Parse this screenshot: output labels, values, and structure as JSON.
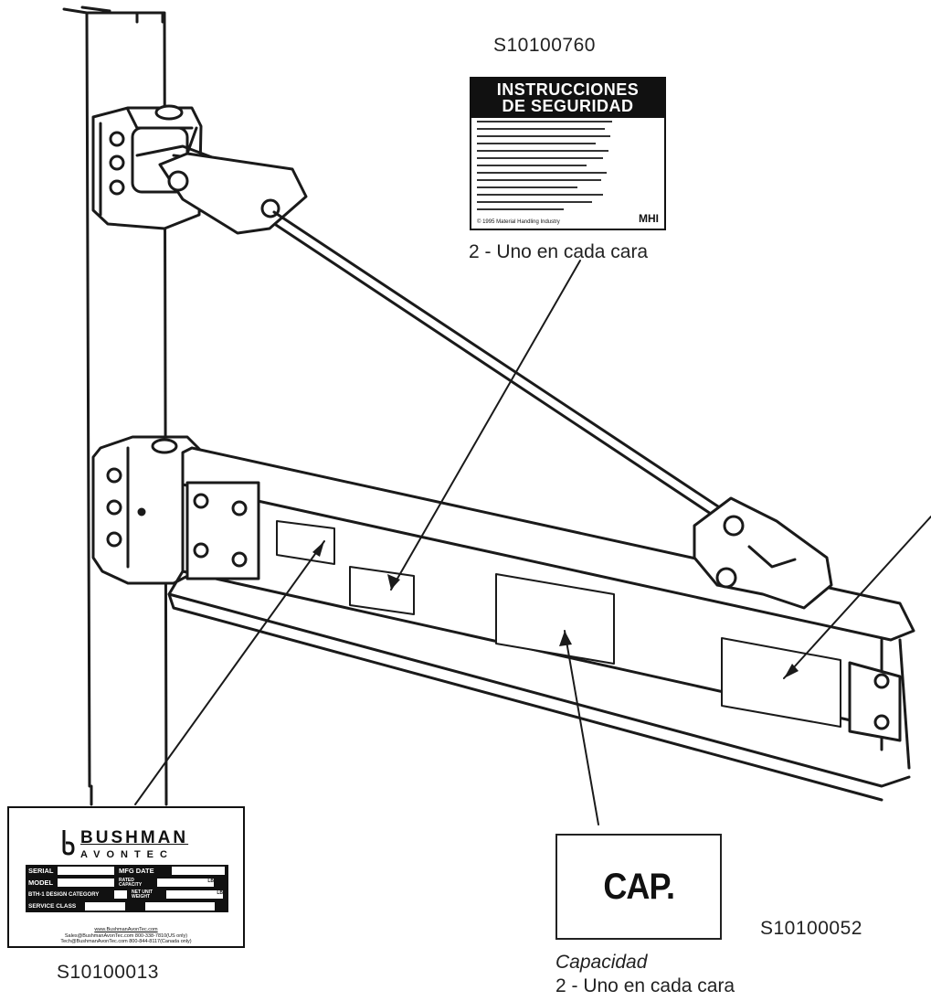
{
  "labels": {
    "safety_part_no": "S10100760",
    "nameplate_part_no": "S10100013",
    "capacity_part_no": "S10100052"
  },
  "captions": {
    "safety_qty": "2 - Uno en cada cara",
    "capacity_title": "Capacidad",
    "capacity_qty": "2 - Uno en cada cara"
  },
  "safety_label": {
    "title_line1": "INSTRUCCIONES",
    "title_line2": "DE SEGURIDAD",
    "footer": "© 1995 Material Handling Industry",
    "logo": "MHI"
  },
  "nameplate": {
    "brand_top": "BUSHMAN",
    "brand_bottom": "AVONTEC",
    "fields": {
      "serial": "SERIAL",
      "mfg_date": "MFG DATE",
      "model": "MODEL",
      "rated_capacity": "RATED CAPACITY",
      "design_category": "BTH-1 DESIGN CATEGORY",
      "net_unit_weight": "NET UNIT WEIGHT",
      "service_class": "SERVICE CLASS",
      "unit_lb": "LB"
    },
    "contact_web": "www.BushmanAvonTec.com",
    "contact_sales": "Sales@BushmanAvonTec.com  800-338-7810(US only)",
    "contact_tech": "Tech@BushmanAvonTec.com  800-844-8117(Canada only)"
  },
  "cap_label": {
    "text": "CAP."
  }
}
